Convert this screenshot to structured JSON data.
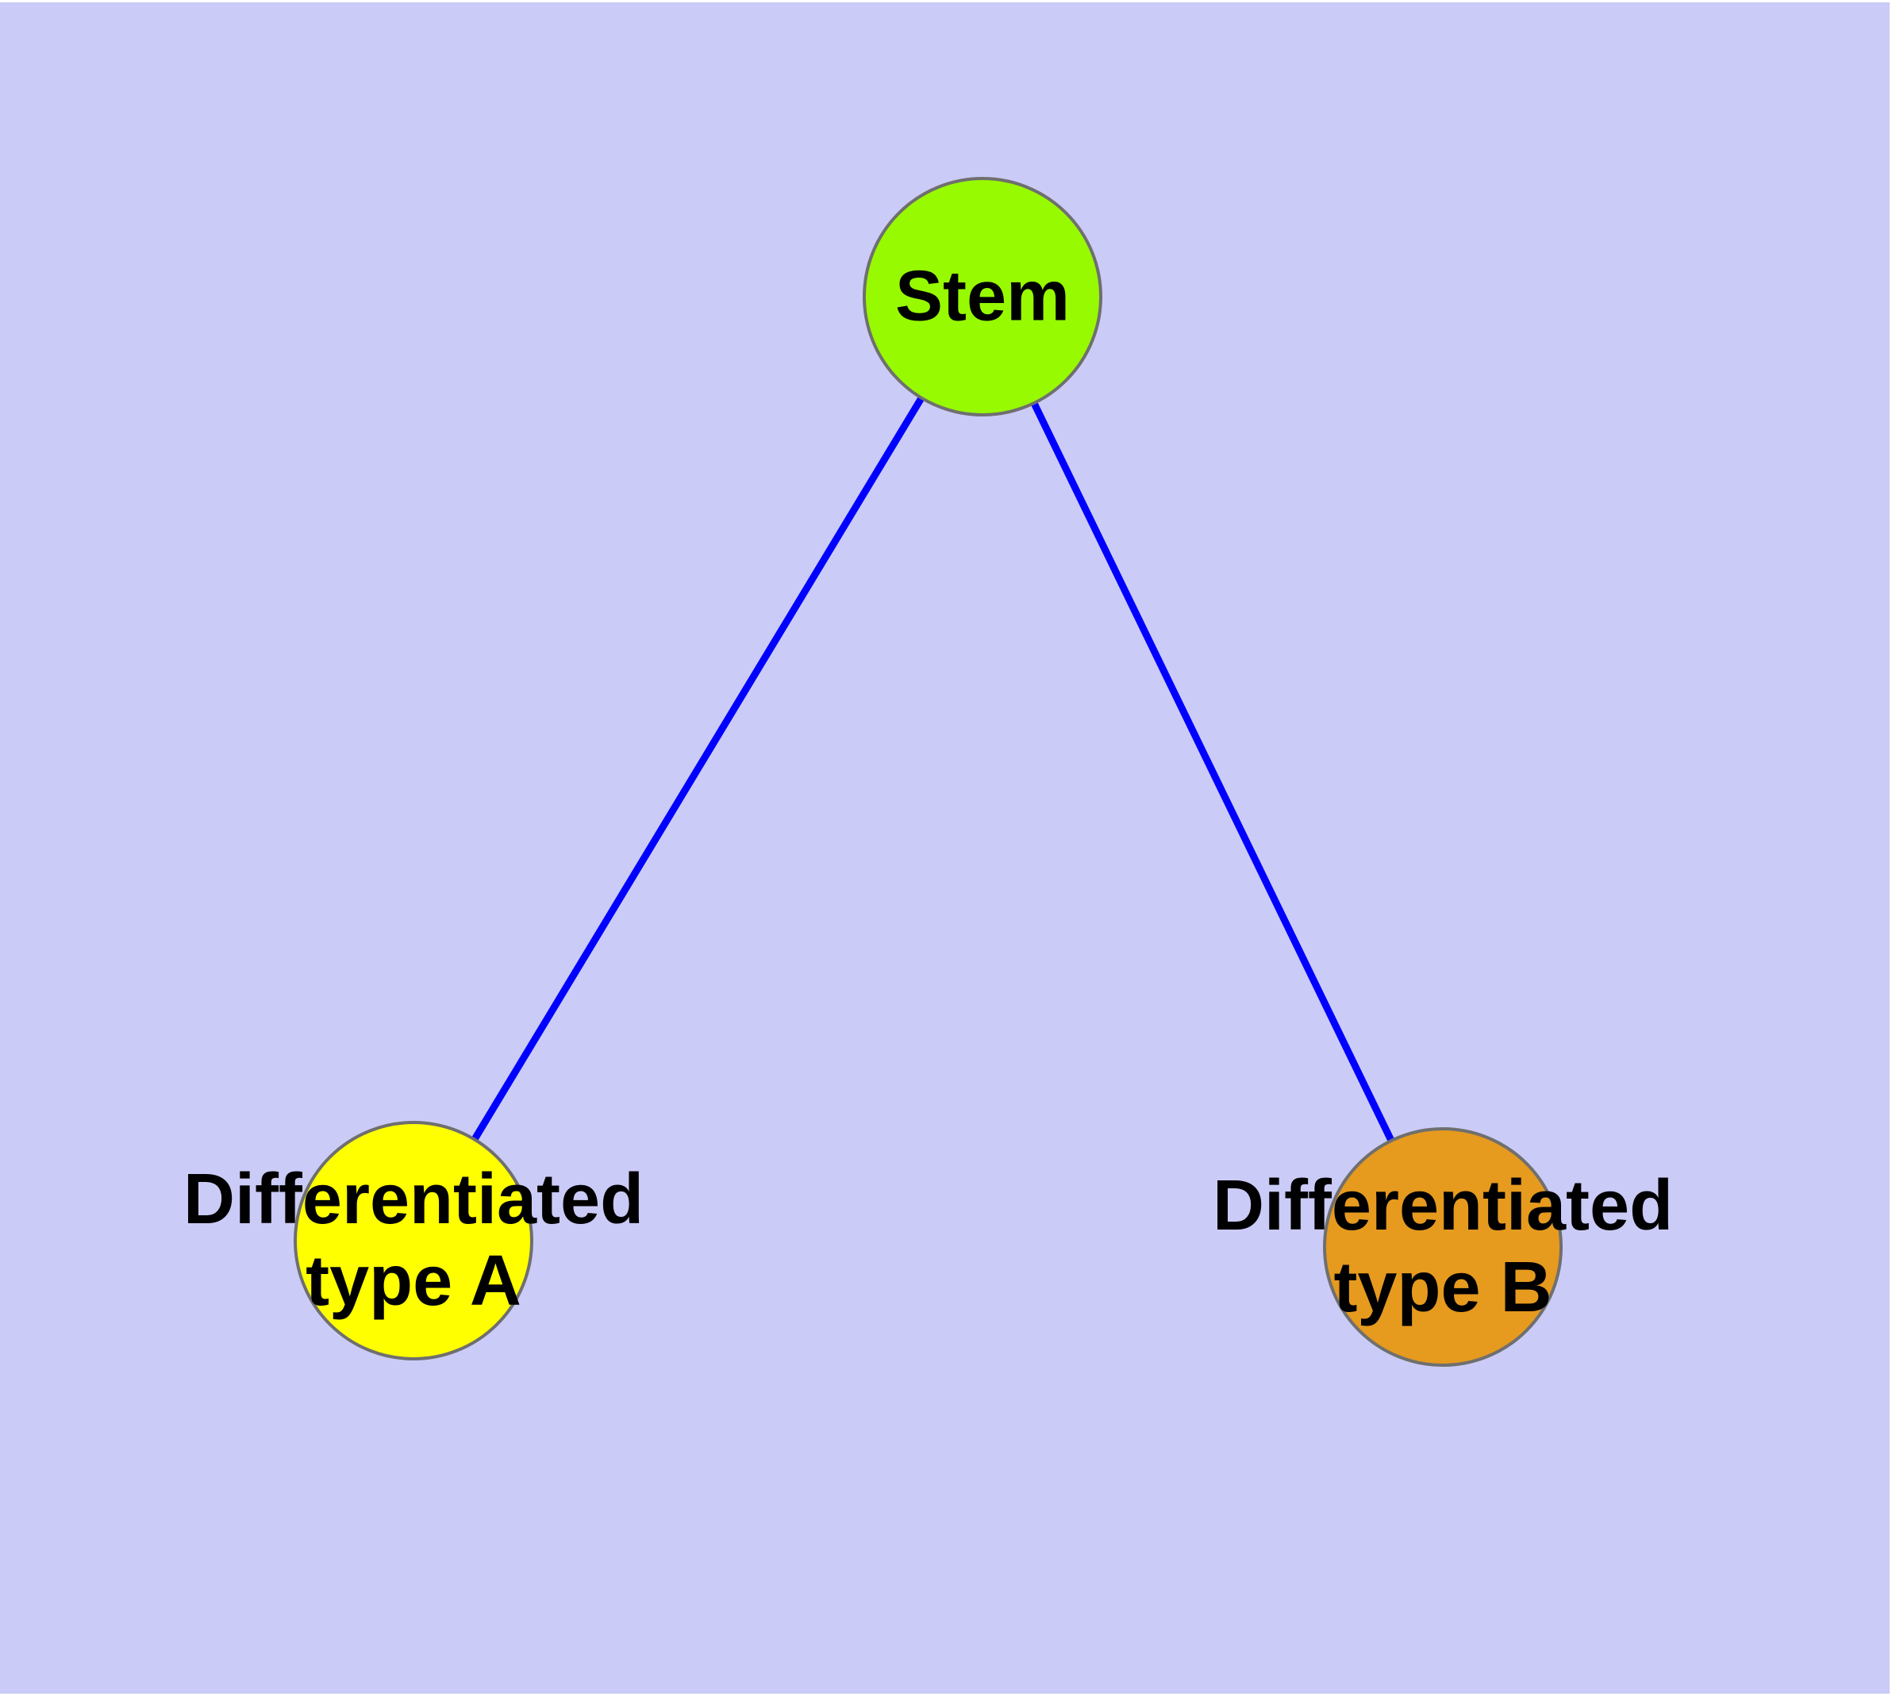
{
  "canvas": {
    "background_color": "#CBCBF7",
    "edge_strip_color": "#FFFFFF"
  },
  "nodes": [
    {
      "id": "stem",
      "label": "Stem",
      "fill_color": "#97FA00",
      "border_color": "#6F6F6F",
      "text_color": "#000000"
    },
    {
      "id": "differentiated-type-a",
      "label_line1": "Differentiated",
      "label_line2": "type A",
      "fill_color": "#FFFF00",
      "border_color": "#6F6F6F",
      "text_color": "#000000"
    },
    {
      "id": "differentiated-type-b",
      "label_line1": "Differentiated",
      "label_line2": "type B",
      "fill_color": "#E69A1E",
      "border_color": "#6F6F6F",
      "text_color": "#000000"
    }
  ],
  "edges": [
    {
      "from": "stem",
      "to": "differentiated-type-a",
      "color": "#0000FF"
    },
    {
      "from": "stem",
      "to": "differentiated-type-b",
      "color": "#0000FF"
    }
  ]
}
